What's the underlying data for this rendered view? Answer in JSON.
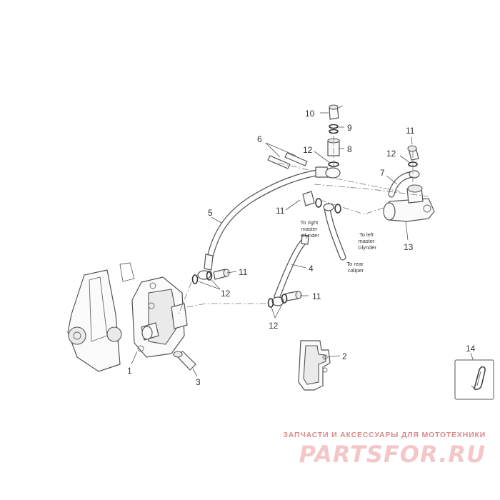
{
  "callouts": {
    "c1": "1",
    "c2": "2",
    "c3": "3",
    "c4": "4",
    "c5": "5",
    "c6": "6",
    "c7": "7",
    "c8": "8",
    "c9": "9",
    "c10": "10",
    "c11a": "11",
    "c11b": "11",
    "c11c": "11",
    "c11d": "11",
    "c12a": "12",
    "c12b": "12",
    "c12c": "12",
    "c12d": "12",
    "c13": "13",
    "c14": "14"
  },
  "notes": {
    "right_master": [
      "To right",
      "master",
      "cilynder"
    ],
    "left_master": [
      "To left",
      "master",
      "cilynder"
    ],
    "rear_caliper": [
      "To rear",
      "caliper"
    ]
  },
  "watermark": {
    "tagline": "ЗАПЧАСТИ И АКСЕССУАРЫ ДЛЯ МОТОТЕХНИКИ",
    "logo": "PARTSFOR.RU"
  },
  "colors": {
    "line": "#555555",
    "watermark": "#e88f8f"
  }
}
